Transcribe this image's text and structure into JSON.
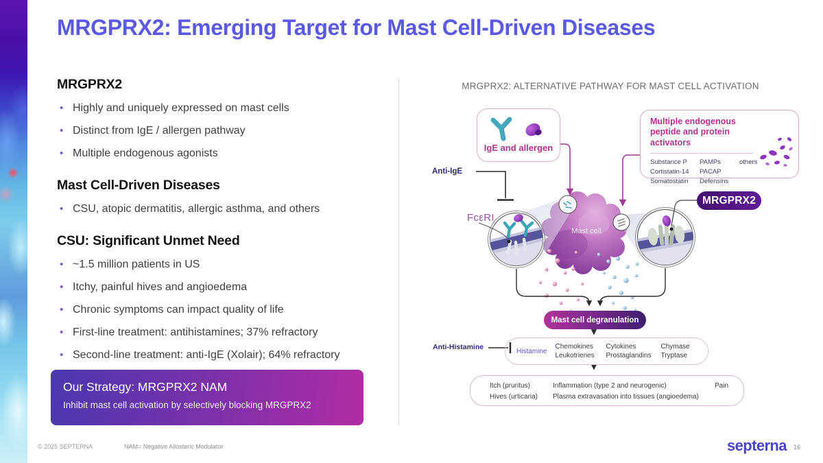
{
  "slide": {
    "title": "MRGPRX2: Emerging Target for Mast Cell-Driven Diseases"
  },
  "left_panel": {
    "sections": [
      {
        "heading": "MRGPRX2",
        "bullets": [
          "Highly and uniquely expressed on mast cells",
          "Distinct from IgE / allergen pathway",
          "Multiple endogenous agonists"
        ]
      },
      {
        "heading": "Mast Cell-Driven Diseases",
        "bullets": [
          "CSU, atopic dermatitis, allergic asthma, and others"
        ]
      },
      {
        "heading": "CSU: Significant Unmet Need",
        "bullets": [
          "~1.5 million patients in US",
          "Itchy, painful hives and angioedema",
          "Chronic symptoms can impact quality of life",
          "First-line treatment: antihistamines; 37% refractory",
          "Second-line treatment: anti-IgE (Xolair); 64% refractory"
        ]
      }
    ],
    "strategy": {
      "title": "Our Strategy: MRGPRX2 NAM",
      "subtitle": "Inhibit mast cell activation by selectively blocking MRGPRX2"
    }
  },
  "diagram": {
    "title": "MRGPRX2: ALTERNATIVE PATHWAY FOR MAST CELL ACTIVATION",
    "ige_box": {
      "label": "IgE and allergen"
    },
    "activators_box": {
      "title": "Multiple endogenous peptide and protein activators",
      "col1": [
        "Substance P",
        "Cortistatin-14",
        "Somatostatin"
      ],
      "col2": [
        "PAMPs",
        "PACAP",
        "Defensins"
      ],
      "col3": [
        "others"
      ]
    },
    "labels": {
      "anti_ige": "Anti-IgE",
      "fceri": "FcεRI",
      "mast_cell": "Mast cell",
      "mrgprx2": "MRGPRX2",
      "degranulation": "Mast cell degranulation",
      "anti_histamine": "Anti-Histamine"
    },
    "mediators": {
      "histamine": "Histamine",
      "col2": [
        "Chemokines",
        "Leukotrienes"
      ],
      "col3": [
        "Cytokines",
        "Prostaglandins"
      ],
      "col4": [
        "Chymase",
        "Tryptase"
      ]
    },
    "outcomes": {
      "col1": [
        "Itch (pruritus)",
        "Hives (urticaria)"
      ],
      "col2": [
        "Inflammation (type 2 and neurogenic)",
        "Plasma extravasation into tissues (angioedema)"
      ],
      "col3": [
        "Pain"
      ]
    }
  },
  "footer": {
    "copyright": "© 2025 SEPTERNA",
    "note": "NAM= Negative Allosteric Modulator",
    "logo": "septerna",
    "page": "16"
  },
  "colors": {
    "accent": "#5b58e4",
    "magenta": "#b5338f",
    "deep_purple": "#42106f",
    "arrow_magenta": "#a23a94",
    "strategy_gradient_start": "#4a38b0",
    "strategy_gradient_end": "#b12da3",
    "ink": "#3f3f3f"
  }
}
